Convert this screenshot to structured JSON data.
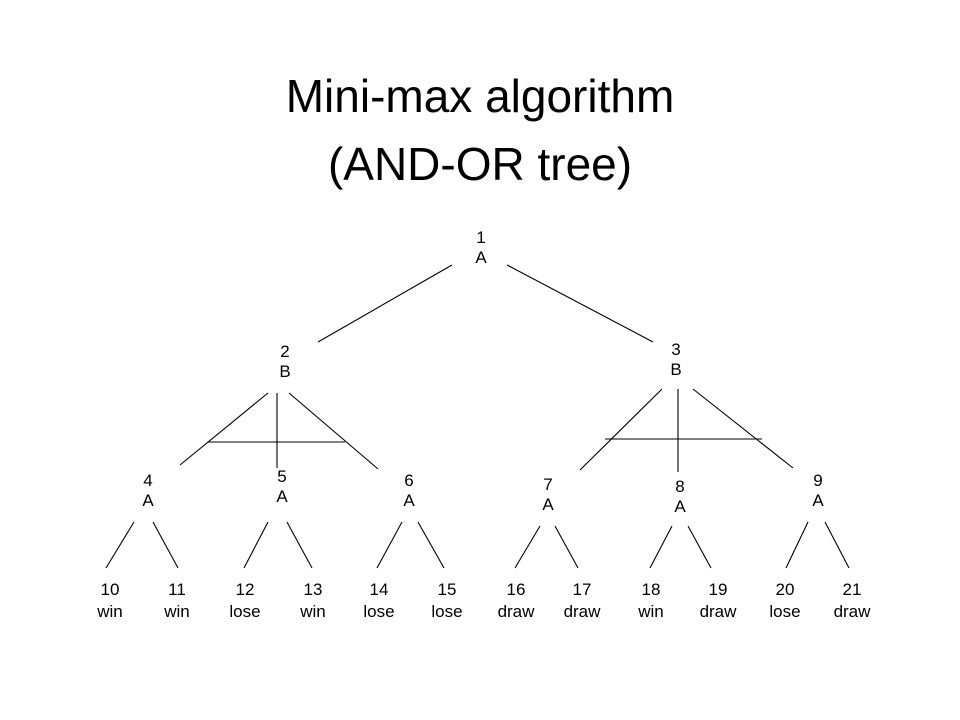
{
  "title_line1": "Mini-max algorithm",
  "title_line2": "(AND-OR tree)",
  "nodes": [
    {
      "id": "1",
      "label": "A"
    },
    {
      "id": "2",
      "label": "B"
    },
    {
      "id": "3",
      "label": "B"
    },
    {
      "id": "4",
      "label": "A"
    },
    {
      "id": "5",
      "label": "A"
    },
    {
      "id": "6",
      "label": "A"
    },
    {
      "id": "7",
      "label": "A"
    },
    {
      "id": "8",
      "label": "A"
    },
    {
      "id": "9",
      "label": "A"
    },
    {
      "id": "10",
      "label": "win"
    },
    {
      "id": "11",
      "label": "win"
    },
    {
      "id": "12",
      "label": "lose"
    },
    {
      "id": "13",
      "label": "win"
    },
    {
      "id": "14",
      "label": "lose"
    },
    {
      "id": "15",
      "label": "lose"
    },
    {
      "id": "16",
      "label": "draw"
    },
    {
      "id": "17",
      "label": "draw"
    },
    {
      "id": "18",
      "label": "win"
    },
    {
      "id": "19",
      "label": "draw"
    },
    {
      "id": "20",
      "label": "lose"
    },
    {
      "id": "21",
      "label": "draw"
    }
  ],
  "edges": [
    [
      "1",
      "2"
    ],
    [
      "1",
      "3"
    ],
    [
      "2",
      "4"
    ],
    [
      "2",
      "5"
    ],
    [
      "2",
      "6"
    ],
    [
      "3",
      "7"
    ],
    [
      "3",
      "8"
    ],
    [
      "3",
      "9"
    ],
    [
      "4",
      "10"
    ],
    [
      "4",
      "11"
    ],
    [
      "5",
      "12"
    ],
    [
      "5",
      "13"
    ],
    [
      "6",
      "14"
    ],
    [
      "6",
      "15"
    ],
    [
      "7",
      "16"
    ],
    [
      "7",
      "17"
    ],
    [
      "8",
      "18"
    ],
    [
      "8",
      "19"
    ],
    [
      "9",
      "20"
    ],
    [
      "9",
      "21"
    ]
  ],
  "and_arcs": [
    "2",
    "3"
  ]
}
